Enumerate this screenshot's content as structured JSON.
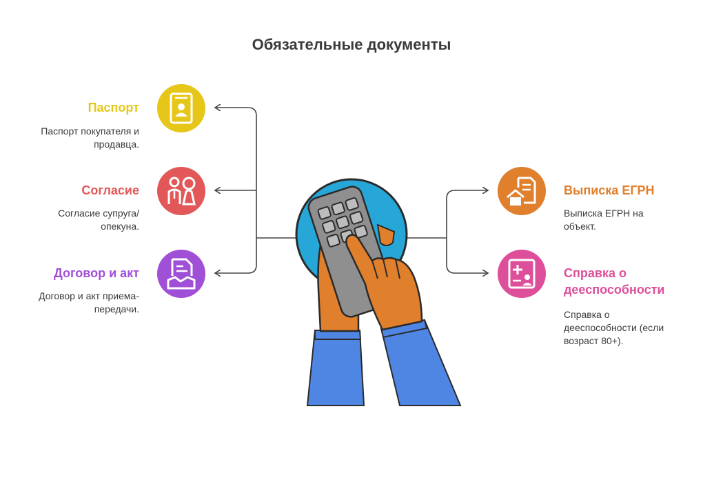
{
  "title": "Обязательные документы",
  "colors": {
    "passport": "#e6c619",
    "consent": "#e25858",
    "contract": "#a04fd7",
    "egrn": "#e07f2c",
    "capacity": "#dd4f9a",
    "connector": "#444444",
    "hand": "#e07f2c",
    "sleeve": "#4f86e3",
    "device": "#8f8f8f",
    "globe": "#27a7d7"
  },
  "items": {
    "passport": {
      "heading": "Паспорт",
      "desc_lines": [
        "Паспорт покупателя и",
        "продавца."
      ],
      "icon": "passport-icon"
    },
    "consent": {
      "heading": "Согласие",
      "desc_lines": [
        "Согласие супруга/",
        "опекуна."
      ],
      "icon": "couple-icon"
    },
    "contract": {
      "heading": "Договор и акт",
      "desc_lines": [
        "Договор и акт приема-",
        "передачи."
      ],
      "icon": "handshake-document-icon"
    },
    "egrn": {
      "heading": "Выписка ЕГРН",
      "desc_lines": [
        "Выписка ЕГРН на",
        "объект."
      ],
      "icon": "house-document-icon"
    },
    "capacity": {
      "heading_lines": [
        "Справка о",
        "дееспособности"
      ],
      "desc_lines": [
        "Справка о",
        "дееспособности (если",
        "возраст 80+)."
      ],
      "icon": "medical-certificate-icon"
    }
  }
}
